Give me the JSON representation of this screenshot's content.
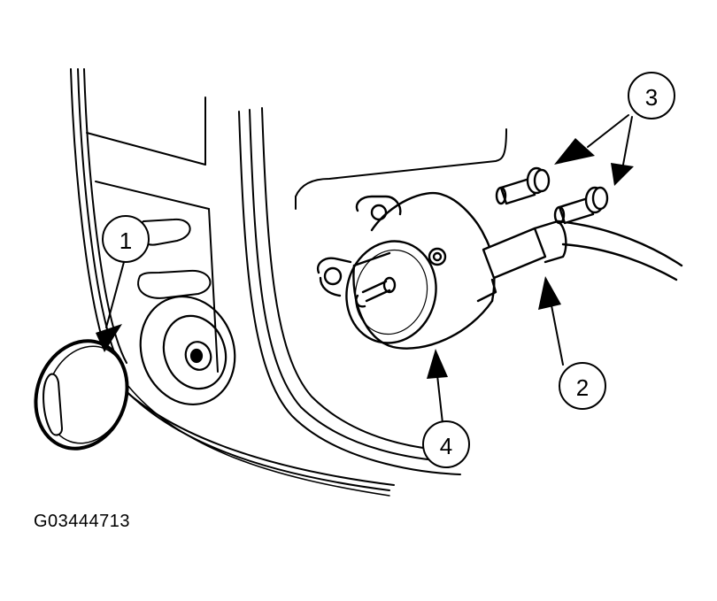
{
  "figure_id": "G03444713",
  "callouts": [
    {
      "label": "1"
    },
    {
      "label": "2"
    },
    {
      "label": "3"
    },
    {
      "label": "4"
    }
  ],
  "colors": {
    "ink": "#000000",
    "paper": "#ffffff"
  }
}
